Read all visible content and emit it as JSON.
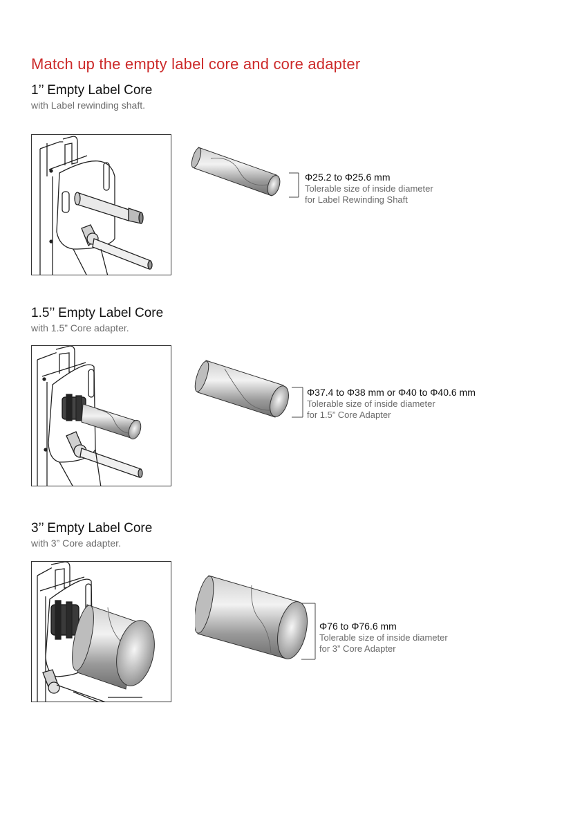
{
  "page": {
    "title": "Match up the empty label core and core adapter"
  },
  "sections": [
    {
      "heading": "1’’ Empty Label Core",
      "subheading": "with Label rewinding shaft.",
      "dimension": "Φ25.2 to Φ25.6 mm",
      "tolerance_line1": "Tolerable size of inside diameter",
      "tolerance_line2": "for Label Rewinding Shaft"
    },
    {
      "heading": "1.5’’ Empty Label Core",
      "subheading": "with 1.5” Core adapter.",
      "dimension": "Φ37.4 to Φ38 mm or Φ40 to Φ40.6 mm",
      "tolerance_line1": "Tolerable size of inside diameter",
      "tolerance_line2": "for 1.5” Core Adapter"
    },
    {
      "heading": "3’’ Empty Label Core",
      "subheading": "with 3” Core adapter.",
      "dimension": "Φ76 to Φ76.6 mm",
      "tolerance_line1": "Tolerable size of inside diameter",
      "tolerance_line2": "for 3” Core Adapter"
    }
  ]
}
